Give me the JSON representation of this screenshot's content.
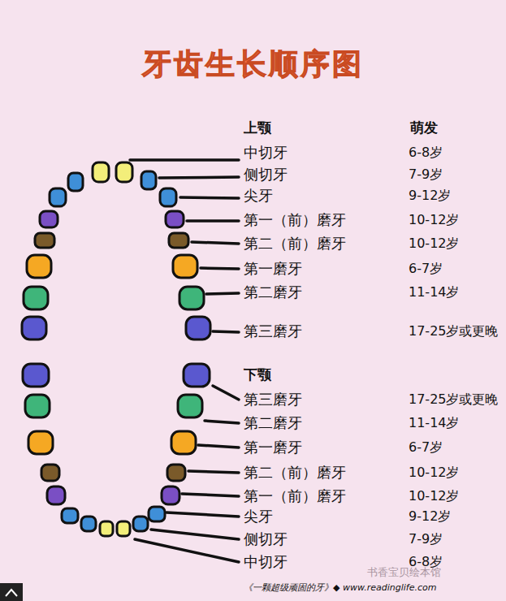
{
  "diagram": {
    "title": "牙齿生长顺序图",
    "labels": [
      "上颚",
      "萌发",
      "中切牙",
      "6-8岁",
      "侧切牙",
      "7-9岁",
      "尖牙",
      "9-12岁",
      "第一（前）磨牙",
      "10-12岁",
      "第二（前）磨牙",
      "10-12岁",
      "第一磨牙",
      "6-7岁",
      "第二磨牙",
      "11-14岁",
      "第三磨牙",
      "17-25岁或更晚",
      "下颚",
      "第三磨牙",
      "17-25岁或更晚",
      "第二磨牙",
      "11-14岁",
      "第一磨牙",
      "6-7岁",
      "第二（前）磨牙",
      "10-12岁",
      "第一（前）磨牙",
      "10-12岁",
      "尖牙",
      "9-12岁",
      "侧切牙",
      "7-9岁",
      "中切牙",
      "6-8岁",
      "《一颗超级顽固的牙》◆ www.readinglife.com",
      "书香宝贝绘本馆"
    ]
  }
}
